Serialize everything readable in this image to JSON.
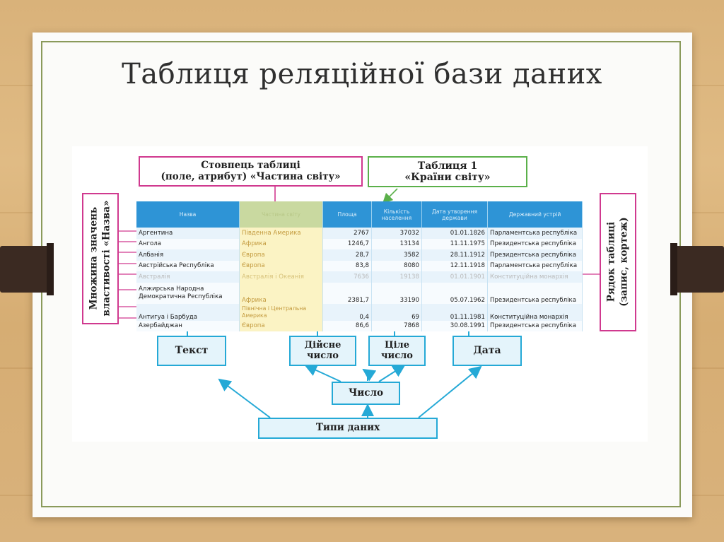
{
  "title": "Таблиця реляційної бази даних",
  "callouts": {
    "column": [
      "Стовпець таблиці",
      "(поле, атрибут) «Частина світу»"
    ],
    "table": [
      "Таблиця 1",
      "«Країни світу»"
    ],
    "values": [
      "Множина значень",
      "властивості «Назва»"
    ],
    "row": [
      "Рядок таблиці",
      "(запис, кортеж)"
    ]
  },
  "types": {
    "text": "Текст",
    "real": [
      "Дійсне",
      "число"
    ],
    "integer": [
      "Ціле",
      "число"
    ],
    "date": "Дата",
    "number": "Число",
    "data_types": "Типи даних"
  },
  "table": {
    "headers": [
      "Назва",
      "Частина світу",
      "Площа",
      "Кількість населення",
      "Дата утворення держави",
      "Державний устрій"
    ],
    "rows": [
      {
        "name": "Аргентина",
        "part": "Південна Америка",
        "area": "2767",
        "population": "37032",
        "date": "01.01.1826",
        "gov": "Парламентська республіка"
      },
      {
        "name": "Ангола",
        "part": "Африка",
        "area": "1246,7",
        "population": "13134",
        "date": "11.11.1975",
        "gov": "Президентська республіка"
      },
      {
        "name": "Албанія",
        "part": "Європа",
        "area": "28,7",
        "population": "3582",
        "date": "28.11.1912",
        "gov": "Президентська республіка"
      },
      {
        "name": "Австрійська Республіка",
        "part": "Європа",
        "area": "83,8",
        "population": "8080",
        "date": "12.11.1918",
        "gov": "Парламентська республіка"
      },
      {
        "name": "Австралія",
        "part": "Австралія і Океанія",
        "area": "7636",
        "population": "19138",
        "date": "01.01.1901",
        "gov": "Конституційна монархія"
      },
      {
        "name": "Алжирська Народна Демократична Республіка",
        "part": "Африка",
        "area": "2381,7",
        "population": "33190",
        "date": "05.07.1962",
        "gov": "Президентська республіка"
      },
      {
        "name": "Антигуа і Барбуда",
        "part": "Північна і Центральна Америка",
        "area": "0,4",
        "population": "69",
        "date": "01.11.1981",
        "gov": "Конституційна монархія"
      },
      {
        "name": "Азербайджан",
        "part": "Європа",
        "area": "86,6",
        "population": "7868",
        "date": "30.08.1991",
        "gov": "Президентська республіка"
      }
    ]
  },
  "colors": {
    "callout_border": "#d0398f",
    "table_callout_border": "#5bb04a",
    "type_box_border": "#25a9d6",
    "arrow": "#25a9d6",
    "header_fill": "#2e94d6",
    "frame": "#8a9a5b"
  }
}
